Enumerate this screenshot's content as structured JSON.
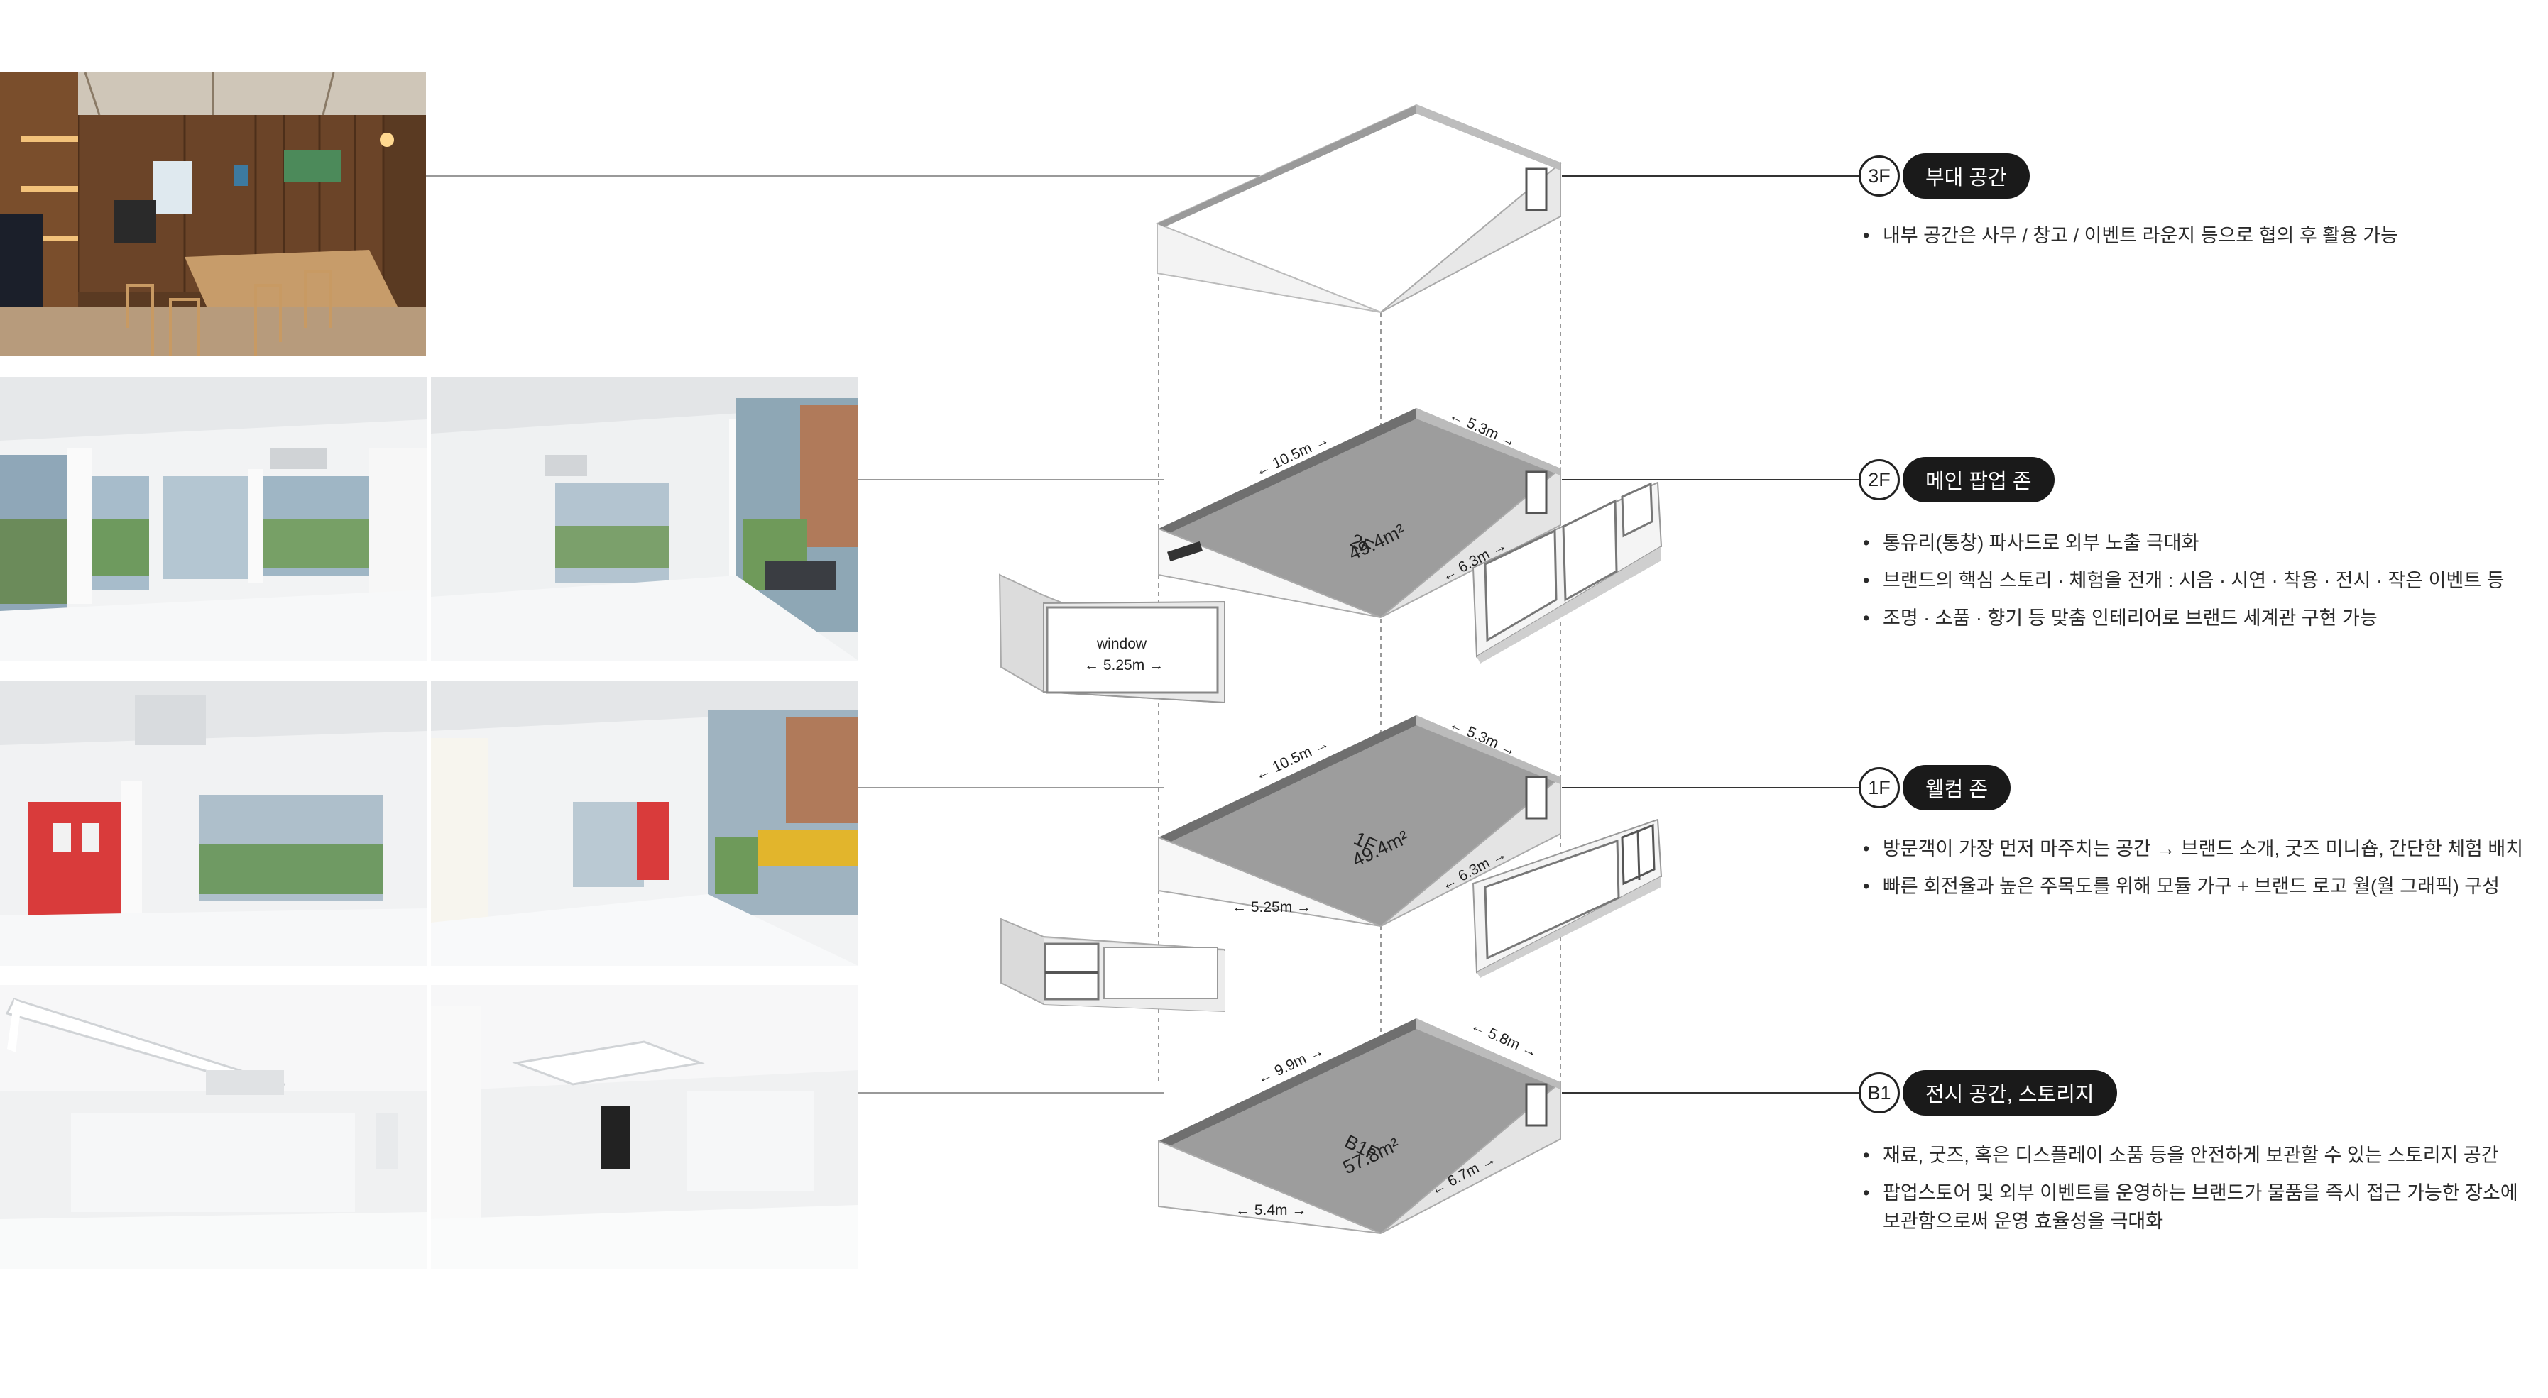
{
  "floors": [
    {
      "badge": "3F",
      "title": "부대 공간",
      "bullets": [
        "내부 공간은 사무 / 창고 / 이벤트 라운지 등으로 협의 후 활용 가능"
      ]
    },
    {
      "badge": "2F",
      "title": "메인 팝업 존",
      "bullets": [
        "통유리(통창) 파사드로 외부 노출 극대화",
        "브랜드의 핵심 스토리 · 체험을 전개 : 시음 · 시연 · 착용 · 전시 · 작은 이벤트 등",
        "조명 · 소품 · 향기 등 맞춤 인테리어로 브랜드 세계관 구현 가능"
      ]
    },
    {
      "badge": "1F",
      "title": "웰컴 존",
      "bullets": [
        "방문객이 가장 먼저 마주치는 공간 → 브랜드 소개, 굿즈 미니숍, 간단한 체험 배치",
        "빠른 회전율과 높은 주목도를 위해 모듈 가구 + 브랜드 로고 월(월 그래픽) 구성"
      ]
    },
    {
      "badge": "B1",
      "title": "전시 공간, 스토리지",
      "bullets": [
        "재료, 굿즈, 혹은 디스플레이 소품 등을 안전하게 보관할 수 있는 스토리지 공간",
        "팝업스토어 및 외부 이벤트를 운영하는 브랜드가 물품을 즉시 접근 가능한 장소에 보관함으로써 운영 효율성을 극대화"
      ]
    }
  ],
  "diagram": {
    "f2": {
      "width": "← 10.5m →",
      "depth": "← 5.3m →",
      "inner": "← 6.3m →",
      "label": "2F",
      "area": "49.4m²"
    },
    "f1": {
      "width": "← 10.5m →",
      "depth": "← 5.3m →",
      "inner": "← 6.3m →",
      "front": "← 5.25m →",
      "label": "1F",
      "area": "49.4m²"
    },
    "b1": {
      "width": "← 9.9m →",
      "depth": "← 5.8m →",
      "inner": "← 6.7m →",
      "front": "← 5.4m →",
      "label": "B1F",
      "area": "57.8m²"
    },
    "window": {
      "label": "window",
      "dim": "← 5.25m →"
    }
  }
}
